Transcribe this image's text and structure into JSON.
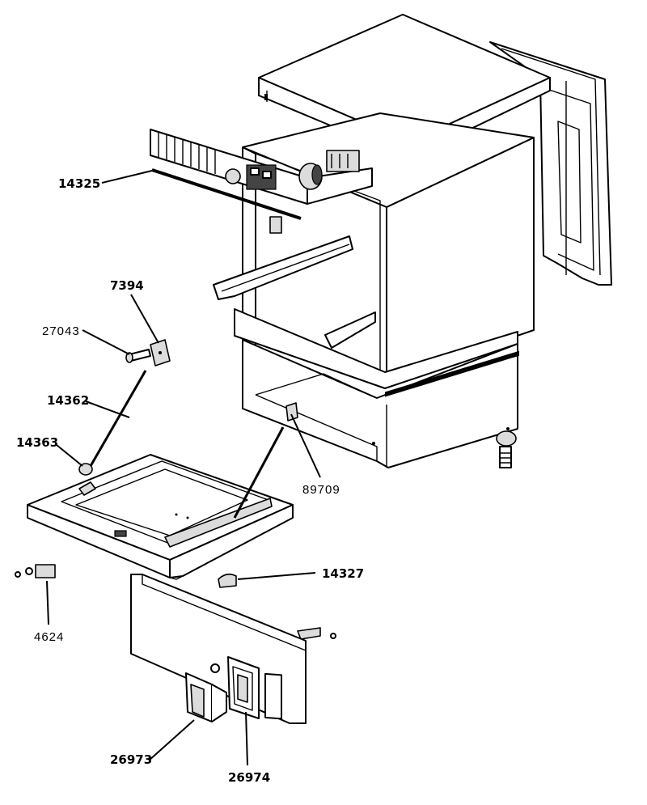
{
  "parts": [
    {
      "id": "p14325",
      "number": "14325",
      "style": "bold"
    },
    {
      "id": "p7394",
      "number": "7394",
      "style": "bold"
    },
    {
      "id": "p27043",
      "number": "27043",
      "style": "plain"
    },
    {
      "id": "p14362",
      "number": "14362",
      "style": "bold"
    },
    {
      "id": "p14363",
      "number": "14363",
      "style": "bold"
    },
    {
      "id": "p89709",
      "number": "89709",
      "style": "plain"
    },
    {
      "id": "p14327",
      "number": "14327",
      "style": "bold"
    },
    {
      "id": "p4624",
      "number": "4624",
      "style": "plain"
    },
    {
      "id": "p26973",
      "number": "26973",
      "style": "bold"
    },
    {
      "id": "p26974",
      "number": "26974",
      "style": "bold"
    }
  ]
}
